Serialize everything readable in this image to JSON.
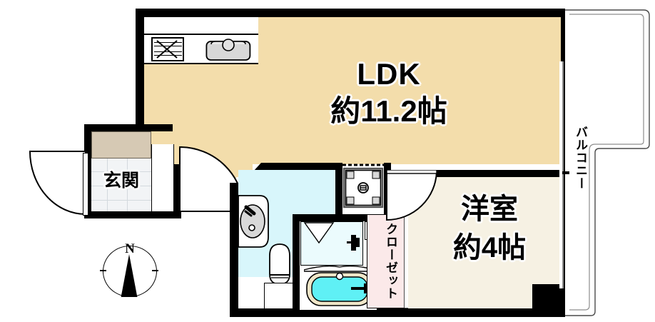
{
  "plan": {
    "type": "residential-floor-plan",
    "layout_code": "1LDK",
    "rooms": [
      {
        "id": "ldk",
        "name_ja": "LDK",
        "size_ja": "約11.2帖",
        "size_value": 11.2,
        "unit": "帖",
        "floor_color": "#f3ddab"
      },
      {
        "id": "bedroom",
        "name_ja": "洋室",
        "size_ja": "約4帖",
        "size_value": 4,
        "unit": "帖",
        "floor_color": "#f6f1e3"
      },
      {
        "id": "entrance",
        "name_ja": "玄関",
        "size_ja": "",
        "size_value": null,
        "unit": "",
        "floor_color": "#f2f4f6"
      },
      {
        "id": "closet",
        "name_ja": "クローゼット",
        "size_ja": "",
        "size_value": null,
        "unit": "",
        "floor_color": "#fbe9e9"
      },
      {
        "id": "balcony",
        "name_ja": "バルコニー",
        "size_ja": "",
        "size_value": null,
        "unit": "",
        "floor_color": "#ffffff"
      },
      {
        "id": "washroom",
        "name_ja": "",
        "size_ja": "",
        "size_value": null,
        "unit": "",
        "floor_color": "#d8f6fb"
      },
      {
        "id": "bath",
        "name_ja": "",
        "size_ja": "",
        "size_value": null,
        "unit": "",
        "floor_color": "#ffffff"
      }
    ],
    "labels": {
      "ldk_line1": "LDK",
      "ldk_line2": "約11.2帖",
      "bedroom_line1": "洋室",
      "bedroom_line2": "約4帖",
      "entrance": "玄関",
      "closet": "クローゼット",
      "balcony": "バルコニー"
    },
    "compass": {
      "north_letter": "N",
      "direction": "up"
    },
    "fixtures": [
      {
        "id": "gas-stove",
        "name_ja": "ガスコンロ"
      },
      {
        "id": "kitchen-sink",
        "name_ja": "シンク"
      },
      {
        "id": "washbasin",
        "name_ja": "洗面台"
      },
      {
        "id": "toilet",
        "name_ja": "トイレ"
      },
      {
        "id": "bathtub",
        "name_ja": "浴槽"
      },
      {
        "id": "washing-machine",
        "name_ja": "洗濯機置場"
      },
      {
        "id": "shoe-cabinet",
        "name_ja": "下駄箱"
      }
    ],
    "colors": {
      "wall": "#000000",
      "ldk_floor": "#f3ddab",
      "bedroom_floor": "#f6f1e3",
      "entrance_floor": "#f2f4f6",
      "entrance_tatami": "#d6c9b4",
      "closet_floor": "#fbe9e9",
      "washroom_floor": "#d8f6fb",
      "bath_water": "#5ff0f5",
      "tub_rim": "#efe6c8",
      "fixture_gray": "#d8d8d8",
      "balcony_floor": "#ffffff"
    }
  }
}
